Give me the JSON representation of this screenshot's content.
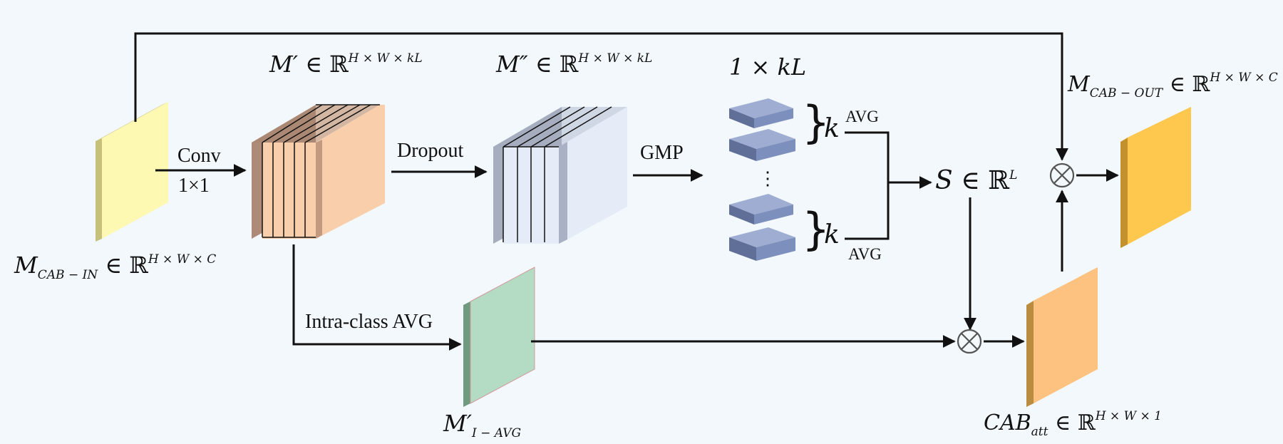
{
  "labels": {
    "conv": "Conv",
    "conv_kernel": "1×1",
    "dropout": "Dropout",
    "gmp": "GMP",
    "intra_class": "Intra-class AVG",
    "avg_top": "AVG",
    "avg_bottom": "AVG",
    "k_top": "k",
    "k_bottom": "k",
    "dots": "⋮"
  },
  "math": {
    "m_in": {
      "base": "M",
      "sub": "CAB − IN",
      "rel": " ∈ ℝ",
      "sup": "H × W × C"
    },
    "m_prime": {
      "base": "M′",
      "rel": " ∈ ℝ",
      "sup": "H × W × kL"
    },
    "m_dprime": {
      "base": "M″",
      "rel": " ∈ ℝ",
      "sup": "H × W × kL"
    },
    "one_kl": {
      "text": "1 × kL"
    },
    "s": {
      "base": "S",
      "rel": " ∈ ℝ",
      "sup": "L"
    },
    "m_out": {
      "base": "M",
      "sub": "CAB − OUT",
      "rel": " ∈ ℝ",
      "sup": "H × W × C"
    },
    "m_iavg": {
      "base": "M′",
      "sub": "I − AVG"
    },
    "cab_att": {
      "base": "CAB",
      "sub": "att",
      "rel": " ∈ ℝ",
      "sup": "H × W × 1"
    }
  },
  "colors": {
    "input_plate": "#fdf8b2",
    "input_side": "#c6c07a",
    "mprime_front": "#f8cfaa",
    "mprime_side": "#a98571",
    "mdprime_front": "#e6ecf7",
    "mdprime_side": "#a5adbf",
    "pool_block": "#7d8fbc",
    "avg_plate": "#b4dcc4",
    "avg_side": "#6f9a7f",
    "att_plate": "#fdc27f",
    "att_side": "#b98c3f",
    "out_plate": "#fec84e",
    "out_side": "#c2912b"
  }
}
